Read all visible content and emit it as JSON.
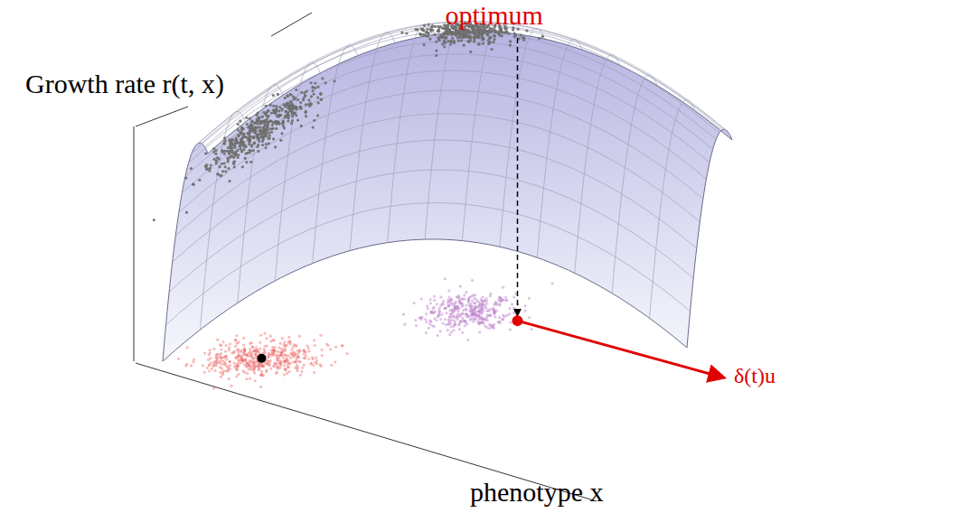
{
  "diagram": {
    "labels": [
      "optimum",
      "Growth rate r(t, x)",
      "phenotype x",
      "δ(t)u"
    ]
  }
}
